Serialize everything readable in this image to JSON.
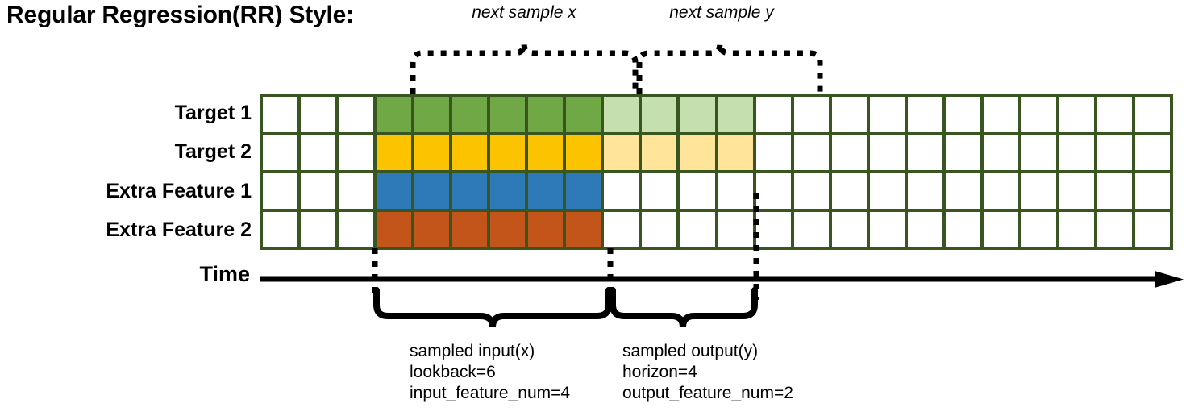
{
  "title": "Regular Regression(RR) Style:",
  "row_labels": [
    "Target 1",
    "Target 2",
    "Extra Feature 1",
    "Extra Feature 2"
  ],
  "time_axis_label": "Time",
  "top_captions": {
    "x": "next sample x",
    "y": "next sample y"
  },
  "annotations": {
    "left": {
      "line1": "sampled input(x)",
      "line2": "lookback=6",
      "line3": "input_feature_num=4"
    },
    "right": {
      "line1": "sampled output(y)",
      "line2": "horizon=4",
      "line3": "output_feature_num=2"
    }
  },
  "colors": {
    "grid_border": "#3a5620",
    "target1": "#6fa844",
    "target1_light": "#c5dfae",
    "target2": "#fcc400",
    "target2_light": "#ffe49a",
    "extra_feature1": "#2e7ab8",
    "extra_feature2": "#c4551a",
    "empty": "#ffffff",
    "ink": "#000000"
  },
  "grid": {
    "columns": 24,
    "rows": 4,
    "input_start_col": 3,
    "input_end_col": 9,
    "output_start_col": 9,
    "output_end_col": 13,
    "lookback": 6,
    "horizon": 4,
    "input_feature_num": 4,
    "output_feature_num": 2,
    "row_fills": [
      [
        "empty",
        "empty",
        "empty",
        "green",
        "green",
        "green",
        "green",
        "green",
        "green",
        "lightgreen",
        "lightgreen",
        "lightgreen",
        "lightgreen",
        "empty",
        "empty",
        "empty",
        "empty",
        "empty",
        "empty",
        "empty",
        "empty",
        "empty",
        "empty",
        "empty"
      ],
      [
        "empty",
        "empty",
        "empty",
        "gold",
        "gold",
        "gold",
        "gold",
        "gold",
        "gold",
        "lightgold",
        "lightgold",
        "lightgold",
        "lightgold",
        "empty",
        "empty",
        "empty",
        "empty",
        "empty",
        "empty",
        "empty",
        "empty",
        "empty",
        "empty",
        "empty"
      ],
      [
        "empty",
        "empty",
        "empty",
        "blue",
        "blue",
        "blue",
        "blue",
        "blue",
        "blue",
        "empty",
        "empty",
        "empty",
        "empty",
        "empty",
        "empty",
        "empty",
        "empty",
        "empty",
        "empty",
        "empty",
        "empty",
        "empty",
        "empty",
        "empty"
      ],
      [
        "empty",
        "empty",
        "empty",
        "orange",
        "orange",
        "orange",
        "orange",
        "orange",
        "orange",
        "empty",
        "empty",
        "empty",
        "empty",
        "empty",
        "empty",
        "empty",
        "empty",
        "empty",
        "empty",
        "empty",
        "empty",
        "empty",
        "empty",
        "empty"
      ]
    ]
  }
}
